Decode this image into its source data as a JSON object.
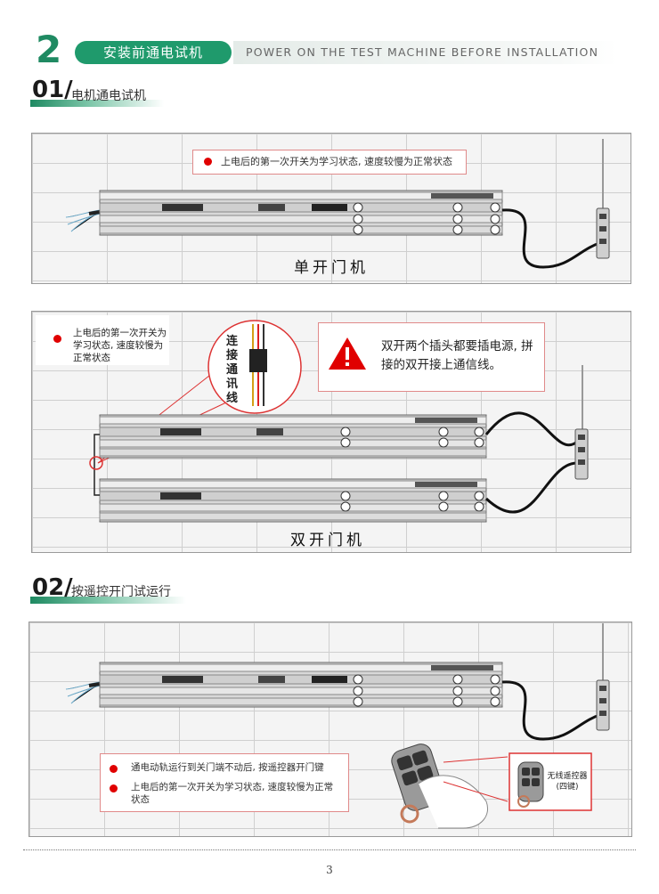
{
  "section": {
    "number": "2",
    "title_cn": "安装前通电试机",
    "title_en": "POWER ON THE TEST MACHINE BEFORE INSTALLATION"
  },
  "step1": {
    "number": "01/",
    "title": "电机通电试机",
    "single": {
      "note": "上电后的第一次开关为学习状态, 速度较慢为正常状态",
      "caption": "单开门机"
    },
    "double": {
      "note": "上电后的第一次开关为学习状态, 速度较慢为正常状态",
      "connector_label": "连接通讯线",
      "warning": "双开两个插头都要插电源, 拼接的双开接上通信线。",
      "caption": "双开门机"
    }
  },
  "step2": {
    "number": "02/",
    "title": "按遥控开门试运行",
    "notes": [
      "通电动轨运行到关门端不动后, 按遥控器开门键",
      "上电后的第一次开关为学习状态, 速度较慢为正常状态"
    ],
    "remote_label": "无线遥控器",
    "remote_sub": "(四键)"
  },
  "footer": {
    "page_number": "3"
  },
  "colors": {
    "brand_green": "#1f9a6c",
    "warning_red": "#e00000"
  }
}
